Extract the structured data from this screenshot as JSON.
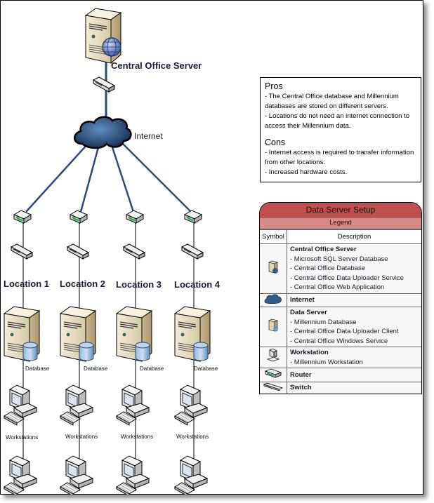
{
  "diagram": {
    "central_server_label": "Central Office Server",
    "internet_label": "Internet",
    "locations": [
      {
        "label": "Location 1",
        "database_label": "Database",
        "workstations_label": "Workstations"
      },
      {
        "label": "Location 2",
        "database_label": "Database",
        "workstations_label": "Workstations"
      },
      {
        "label": "Location 3",
        "database_label": "Database",
        "workstations_label": "Workstations"
      },
      {
        "label": "Location 4",
        "database_label": "Database",
        "workstations_label": "Workstations"
      }
    ],
    "colors": {
      "wan_link": "#2b4a7e",
      "lan_link": "#000000",
      "router_led": "#2fa84f",
      "database": "#6f9fd0",
      "server_body": "#e6dcc2",
      "cloud": "#2a4f78"
    }
  },
  "pros_cons": {
    "pros_title": "Pros",
    "pros": [
      "- The Central Office database and Millennium databases are stored on different servers.",
      "- Locations do not need an internet connection to access their Millennium data."
    ],
    "cons_title": "Cons",
    "cons": [
      "- Internet access is required to transfer information from other locations.",
      "- Increased hardware costs."
    ]
  },
  "legend": {
    "title": "Data Server Setup",
    "subtitle": "Legend",
    "col_symbol": "Symbol",
    "col_description": "Description",
    "header_color": "#c0504d",
    "subheader_color": "#d88a86",
    "rows": [
      {
        "icon": "central-server-icon",
        "name": "Central Office Server",
        "details": [
          "- Microsoft SQL Server Database",
          "- Central Office Database",
          "- Central Office Data Uploader Service",
          "- Central Office Web Application"
        ]
      },
      {
        "icon": "internet-cloud-icon",
        "name": "Internet",
        "details": []
      },
      {
        "icon": "data-server-icon",
        "name": "Data Server",
        "details": [
          "- Millennium Database",
          "- Central Office Data Uploader Client",
          "- Central Office Windows Service"
        ]
      },
      {
        "icon": "workstation-icon",
        "name": "Workstation",
        "details": [
          "- Millennium Workstation"
        ]
      },
      {
        "icon": "router-icon",
        "name": "Router",
        "details": []
      },
      {
        "icon": "switch-icon",
        "name": "Switch",
        "details": []
      }
    ]
  }
}
